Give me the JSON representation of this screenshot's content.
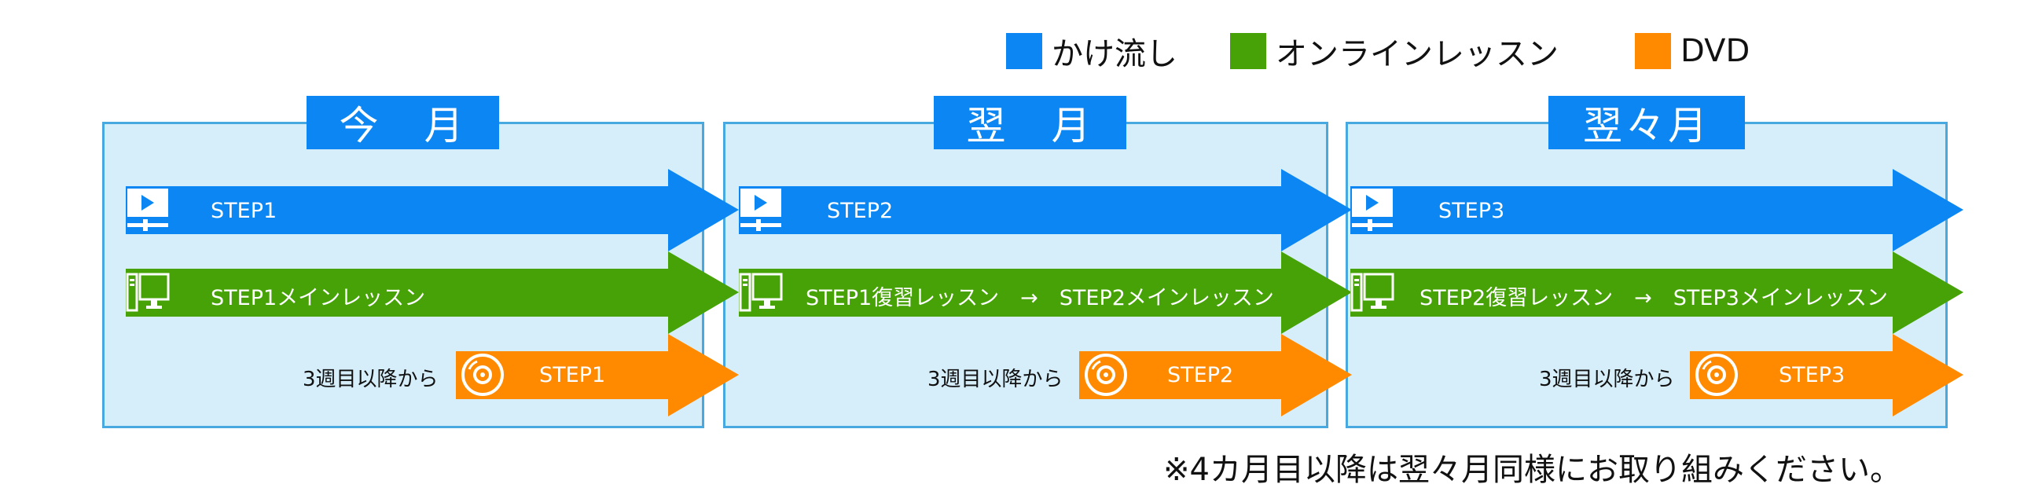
{
  "colors": {
    "stream": "#0b86f3",
    "online": "#46a206",
    "dvd": "#ff8a00",
    "panel_bg": "#d6eefa",
    "panel_border": "#48a9e0",
    "tab_bg": "#0b86f3"
  },
  "legend": [
    {
      "label": "かけ流し",
      "color": "#0b86f3"
    },
    {
      "label": "オンラインレッスン",
      "color": "#46a206"
    },
    {
      "label": "DVD",
      "color": "#ff8a00"
    }
  ],
  "months": [
    {
      "title": "今　月",
      "stream_label": "STEP1",
      "online_label": "STEP1メインレッスン",
      "dvd_since": "3週目以降から",
      "dvd_label": "STEP1"
    },
    {
      "title": "翌　月",
      "stream_label": "STEP2",
      "online_label": "STEP1復習レッスン　→　STEP2メインレッスン",
      "dvd_since": "3週目以降から",
      "dvd_label": "STEP2"
    },
    {
      "title": "翌々月",
      "stream_label": "STEP3",
      "online_label": "STEP2復習レッスン　→　STEP3メインレッスン",
      "dvd_since": "3週目以降から",
      "dvd_label": "STEP3"
    }
  ],
  "icons": {
    "stream": "video-player-icon",
    "online": "computer-icon",
    "dvd": "disc-icon"
  },
  "footnote": "※4カ月目以降は翌々月同様にお取り組みください。"
}
